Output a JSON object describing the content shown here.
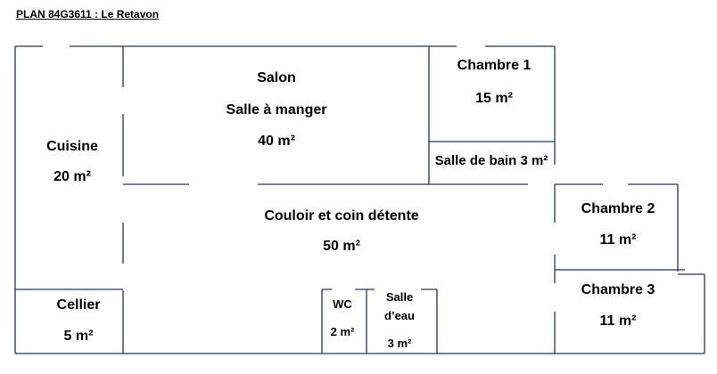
{
  "title": "PLAN 84G3611 : Le Retavon",
  "colors": {
    "wall": "#1f3864",
    "text": "#000000",
    "background": "#ffffff"
  },
  "rooms": {
    "salon": {
      "name": "Salon",
      "subname": "Salle à manger",
      "area": "40 m²"
    },
    "chambre1": {
      "name": "Chambre 1",
      "area": "15 m²"
    },
    "salle_de_bain": {
      "name": "Salle de bain 3 m²"
    },
    "cuisine": {
      "name": "Cuisine",
      "area": "20 m²"
    },
    "couloir": {
      "name": "Couloir et coin détente",
      "area": "50 m²"
    },
    "chambre2": {
      "name": "Chambre 2",
      "area": "11 m²"
    },
    "chambre3": {
      "name": "Chambre 3",
      "area": "11 m²"
    },
    "cellier": {
      "name": "Cellier",
      "area": "5 m²"
    },
    "wc": {
      "name": "WC",
      "area": "2 m²"
    },
    "salle_deau": {
      "name_line1": "Salle",
      "name_line2": "d’eau",
      "area": "3 m²"
    }
  }
}
